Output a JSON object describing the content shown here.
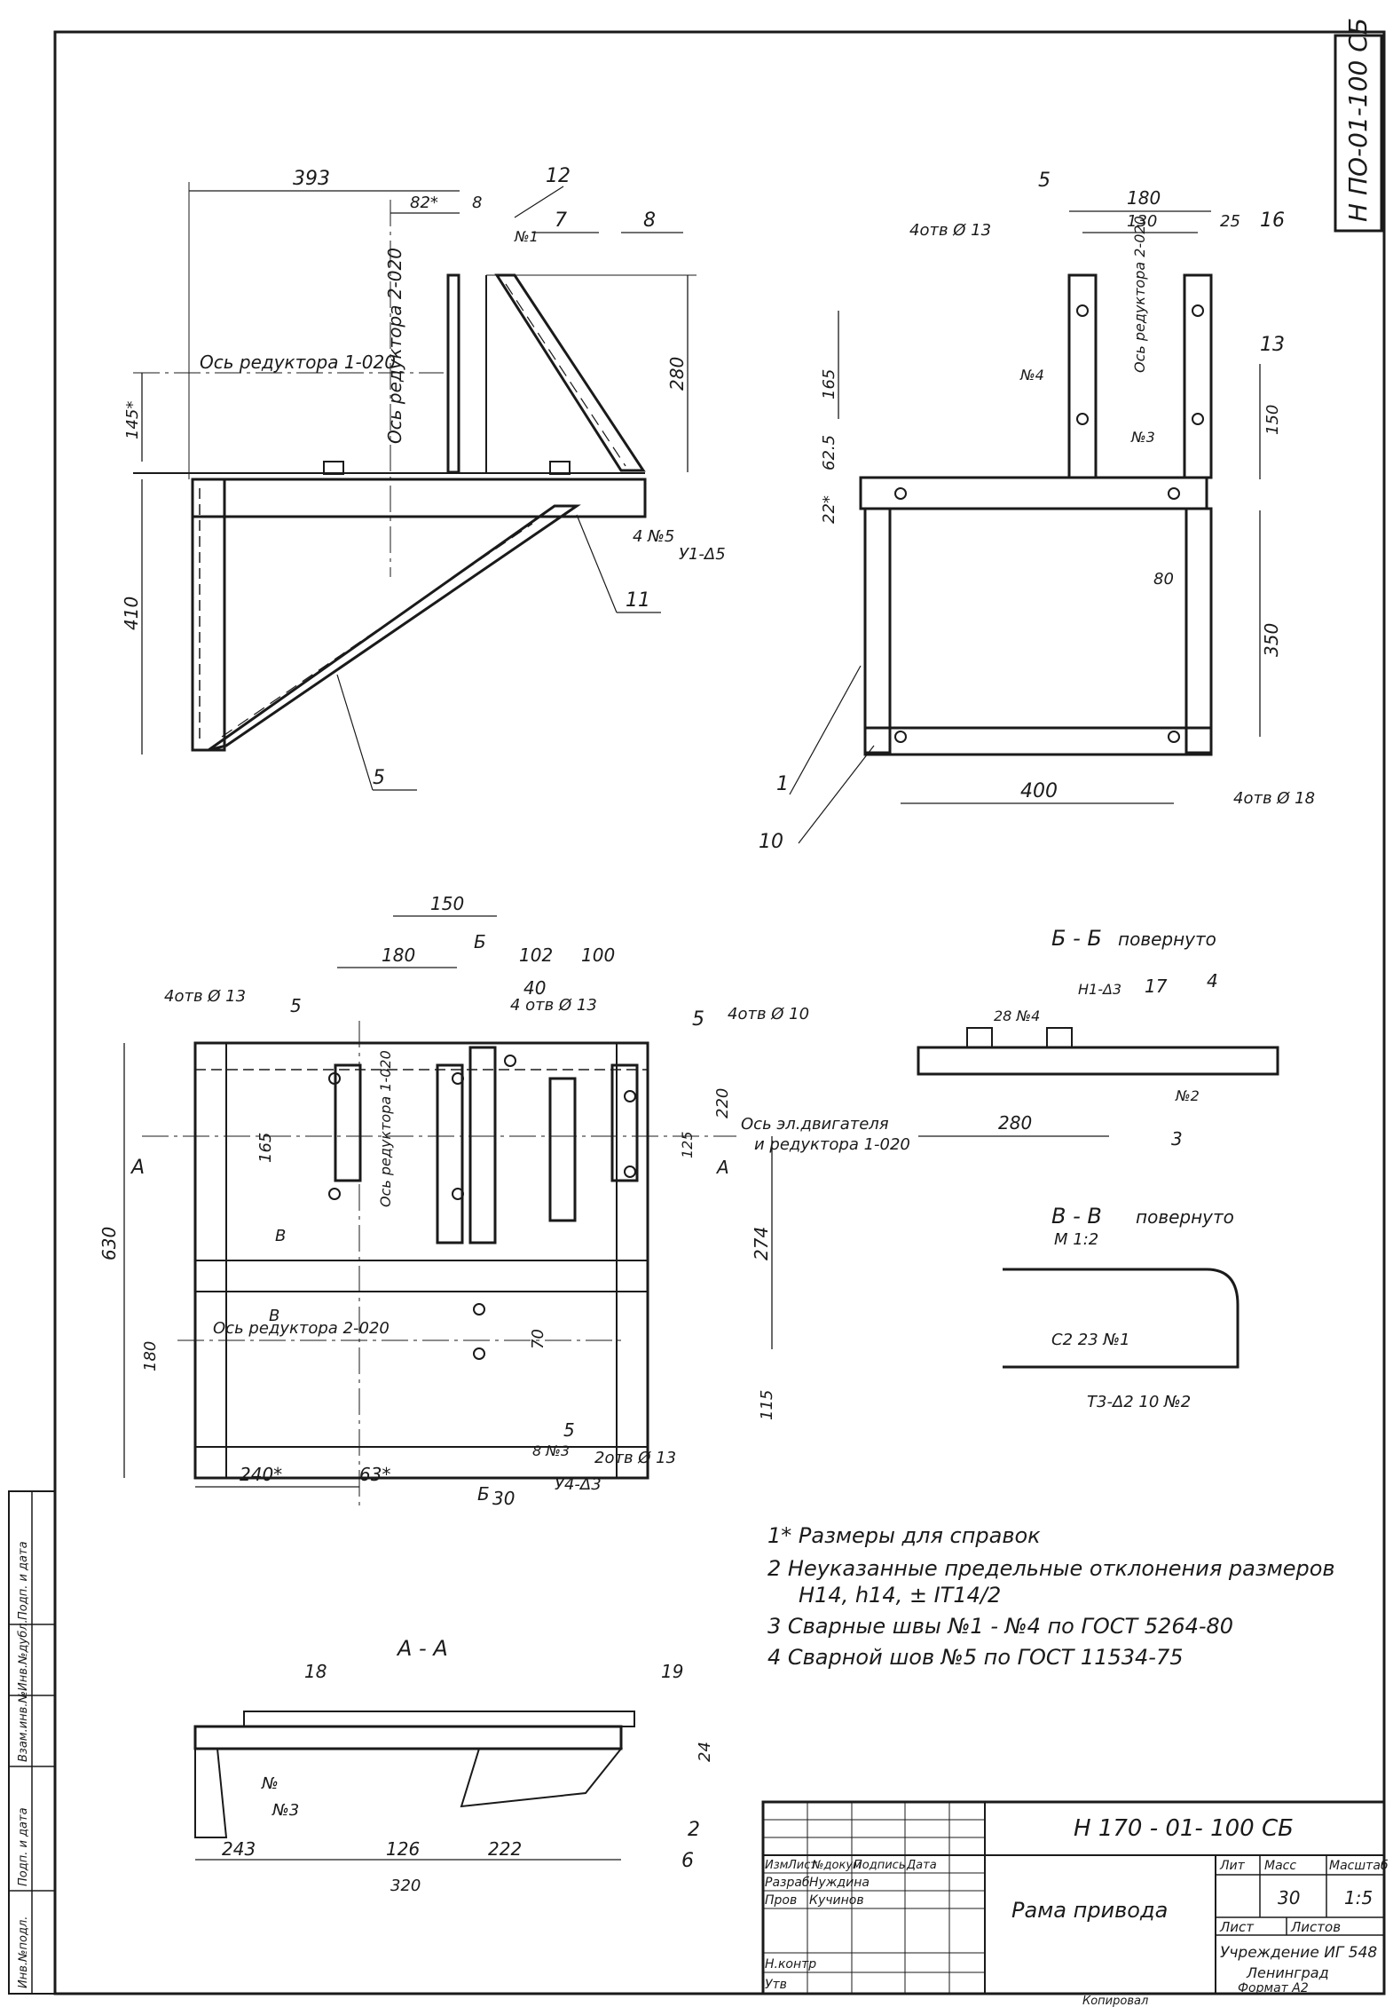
{
  "title_code_side": "Н ПО-01-100 СБ",
  "title_code": "Н 170 - 01- 100 СБ",
  "part_name": "Рама привода",
  "sheet": {
    "lit": "Лит",
    "mass_label": "Масс",
    "scale_label": "Масштаб",
    "mass": "30",
    "scale": "1:5",
    "list": "Лист",
    "lists": "Листов",
    "org": "Учреждение ИГ 548",
    "city": "Ленинград",
    "format": "Формат А2"
  },
  "stamp_rows": [
    [
      "Изм",
      "Лист",
      "№докум",
      "Подпись",
      "Дата"
    ],
    [
      "Разраб",
      "Нуждина",
      "",
      "",
      ""
    ],
    [
      "Пров",
      "Кучинов",
      "",
      "",
      ""
    ],
    [
      "Н.контр",
      "",
      "",
      "",
      ""
    ],
    [
      "Утв",
      "",
      "",
      "",
      ""
    ]
  ],
  "side_columns": [
    "Инв.№подл.",
    "Подп. и дата",
    "Взам.инв.№",
    "Инв.№дубл.",
    "Подп. и дата"
  ],
  "notes": [
    "1* Размеры для справок",
    "2 Неуказанные предельные отклонения размеров",
    "Н14, h14, ± IT14/2",
    "3 Сварные швы №1 - №4 по ГОСТ 5264-80",
    "4 Сварной шов №5 по ГОСТ 11534-75"
  ],
  "sections": {
    "aa": "А - А",
    "bb": "Б - Б",
    "bb_note": "повернуто",
    "vv": "В - В",
    "vv_scale": "М 1:2",
    "vv_note": "повернуто"
  },
  "view1": {
    "dims": [
      "393",
      "82*",
      "8",
      "145*",
      "410",
      "280"
    ],
    "axis1": "Ось редуктора 1-020",
    "axis2": "Ось редуктора 2-020",
    "weld": "У1-Δ5",
    "weld_n5": "4 №5",
    "n1": "№1",
    "positions": [
      "12",
      "7",
      "8",
      "11",
      "5"
    ]
  },
  "view2": {
    "dims": [
      "180",
      "130",
      "25",
      "165",
      "62.5",
      "22*",
      "150",
      "80",
      "350",
      "400"
    ],
    "holes_top": "4отв Ø 13",
    "holes_bottom": "4отв Ø 18",
    "axis": "Ось редуктора 2-020",
    "n4": "№4",
    "n3": "№3",
    "positions": [
      "5",
      "16",
      "13",
      "1",
      "10",
      "5"
    ]
  },
  "view3": {
    "dims": [
      "150",
      "180",
      "102",
      "100",
      "165",
      "220",
      "125",
      "630",
      "274",
      "180",
      "70",
      "115",
      "240*",
      "63*",
      "30"
    ],
    "holes1": "4отв Ø 13",
    "holes2": "4 отв Ø 13",
    "holes3": "4отв Ø 10",
    "holes4": "2отв Ø 13",
    "axis_motor": "Ось эл.двигателя",
    "axis_motor2": "и редуктора 1-020",
    "axis_red2": "Ось редуктора 2-020",
    "axis_red2v": "Ось редуктора 1-020",
    "weld": "У4-Δ3",
    "weld_n3": "8 №3",
    "pos": [
      "5",
      "40",
      "5",
      "5"
    ],
    "letters": [
      "А",
      "А",
      "Б",
      "Б",
      "В",
      "В"
    ]
  },
  "bb": {
    "dims": [
      "280"
    ],
    "w1": "28 №4",
    "w2": "Н1-Δ3",
    "w3": "№2",
    "pos": [
      "17",
      "4",
      "3"
    ]
  },
  "vv": {
    "w1": "С2 23 №1",
    "w2": "Т3-Δ2 10 №2"
  },
  "aa": {
    "dims": [
      "243",
      "126",
      "222",
      "24",
      "320"
    ],
    "pos": [
      "18",
      "19",
      "2",
      "6"
    ],
    "n3": "№3",
    "n": "№"
  },
  "footer": "Копировал"
}
